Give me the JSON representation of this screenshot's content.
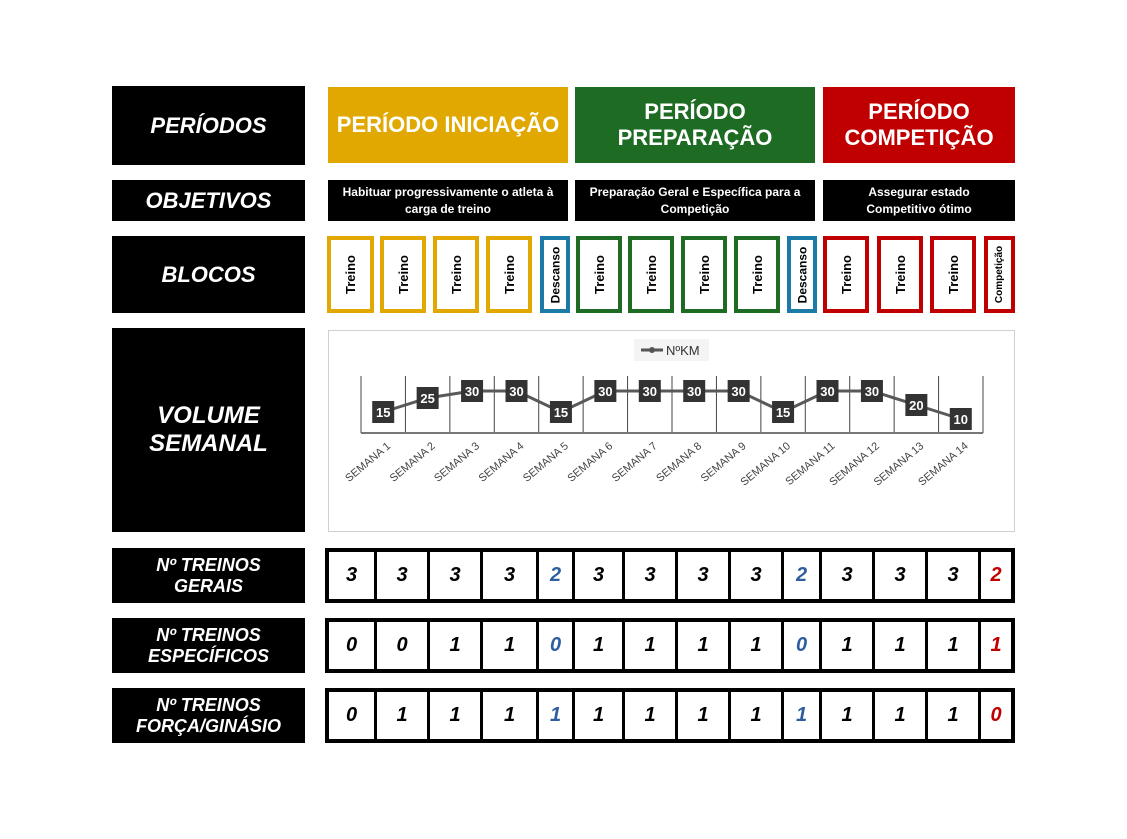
{
  "labels": {
    "periodos": "PERÍODOS",
    "objetivos": "OBJETIVOS",
    "blocos": "BLOCOS",
    "volume": "VOLUME SEMANAL",
    "gerais": "Nº TREINOS GERAIS",
    "especificos": "Nº TREINOS ESPECÍFICOS",
    "forca": "Nº TREINOS FORÇA/GINÁSIO"
  },
  "periods": [
    {
      "name": "PERÍODO INICIAÇÃO",
      "color": "#E0A800",
      "objective": "Habituar progressivamente o atleta à carga de treino"
    },
    {
      "name": "PERÍODO PREPARAÇÃO",
      "color": "#1E6B24",
      "objective": "Preparação Geral e Específica para a Competição"
    },
    {
      "name": "PERÍODO COMPETIÇÃO",
      "color": "#C00000",
      "objective": "Assegurar estado Competitivo ótimo"
    }
  ],
  "blocks": [
    "Treino",
    "Treino",
    "Treino",
    "Treino",
    "Descanso",
    "Treino",
    "Treino",
    "Treino",
    "Treino",
    "Descanso",
    "Treino",
    "Treino",
    "Treino",
    "Competição"
  ],
  "block_colors": [
    "#E0A800",
    "#E0A800",
    "#E0A800",
    "#E0A800",
    "#1B7BA6",
    "#1E6B24",
    "#1E6B24",
    "#1E6B24",
    "#1E6B24",
    "#1B7BA6",
    "#C00000",
    "#C00000",
    "#C00000",
    "#C00000"
  ],
  "chart_data": {
    "type": "line",
    "legend": "NºKM",
    "categories": [
      "SEMANA 1",
      "SEMANA 2",
      "SEMANA 3",
      "SEMANA 4",
      "SEMANA 5",
      "SEMANA 6",
      "SEMANA 7",
      "SEMANA 8",
      "SEMANA 9",
      "SEMANA 10",
      "SEMANA 11",
      "SEMANA 12",
      "SEMANA 13",
      "SEMANA 14"
    ],
    "series": [
      {
        "name": "NºKM",
        "values": [
          15,
          25,
          30,
          30,
          15,
          30,
          30,
          30,
          30,
          15,
          30,
          30,
          20,
          10
        ]
      }
    ],
    "ylim": [
      0,
      40
    ]
  },
  "gerais": [
    "3",
    "3",
    "3",
    "3",
    "2",
    "3",
    "3",
    "3",
    "3",
    "2",
    "3",
    "3",
    "3",
    "2"
  ],
  "especificos": [
    "0",
    "0",
    "1",
    "1",
    "0",
    "1",
    "1",
    "1",
    "1",
    "0",
    "1",
    "1",
    "1",
    "1"
  ],
  "forca": [
    "0",
    "1",
    "1",
    "1",
    "1",
    "1",
    "1",
    "1",
    "1",
    "1",
    "1",
    "1",
    "1",
    "0"
  ],
  "value_colors": [
    "#000",
    "#000",
    "#000",
    "#000",
    "#2E5E9E",
    "#000",
    "#000",
    "#000",
    "#000",
    "#2E5E9E",
    "#000",
    "#000",
    "#000",
    "#C00000"
  ]
}
